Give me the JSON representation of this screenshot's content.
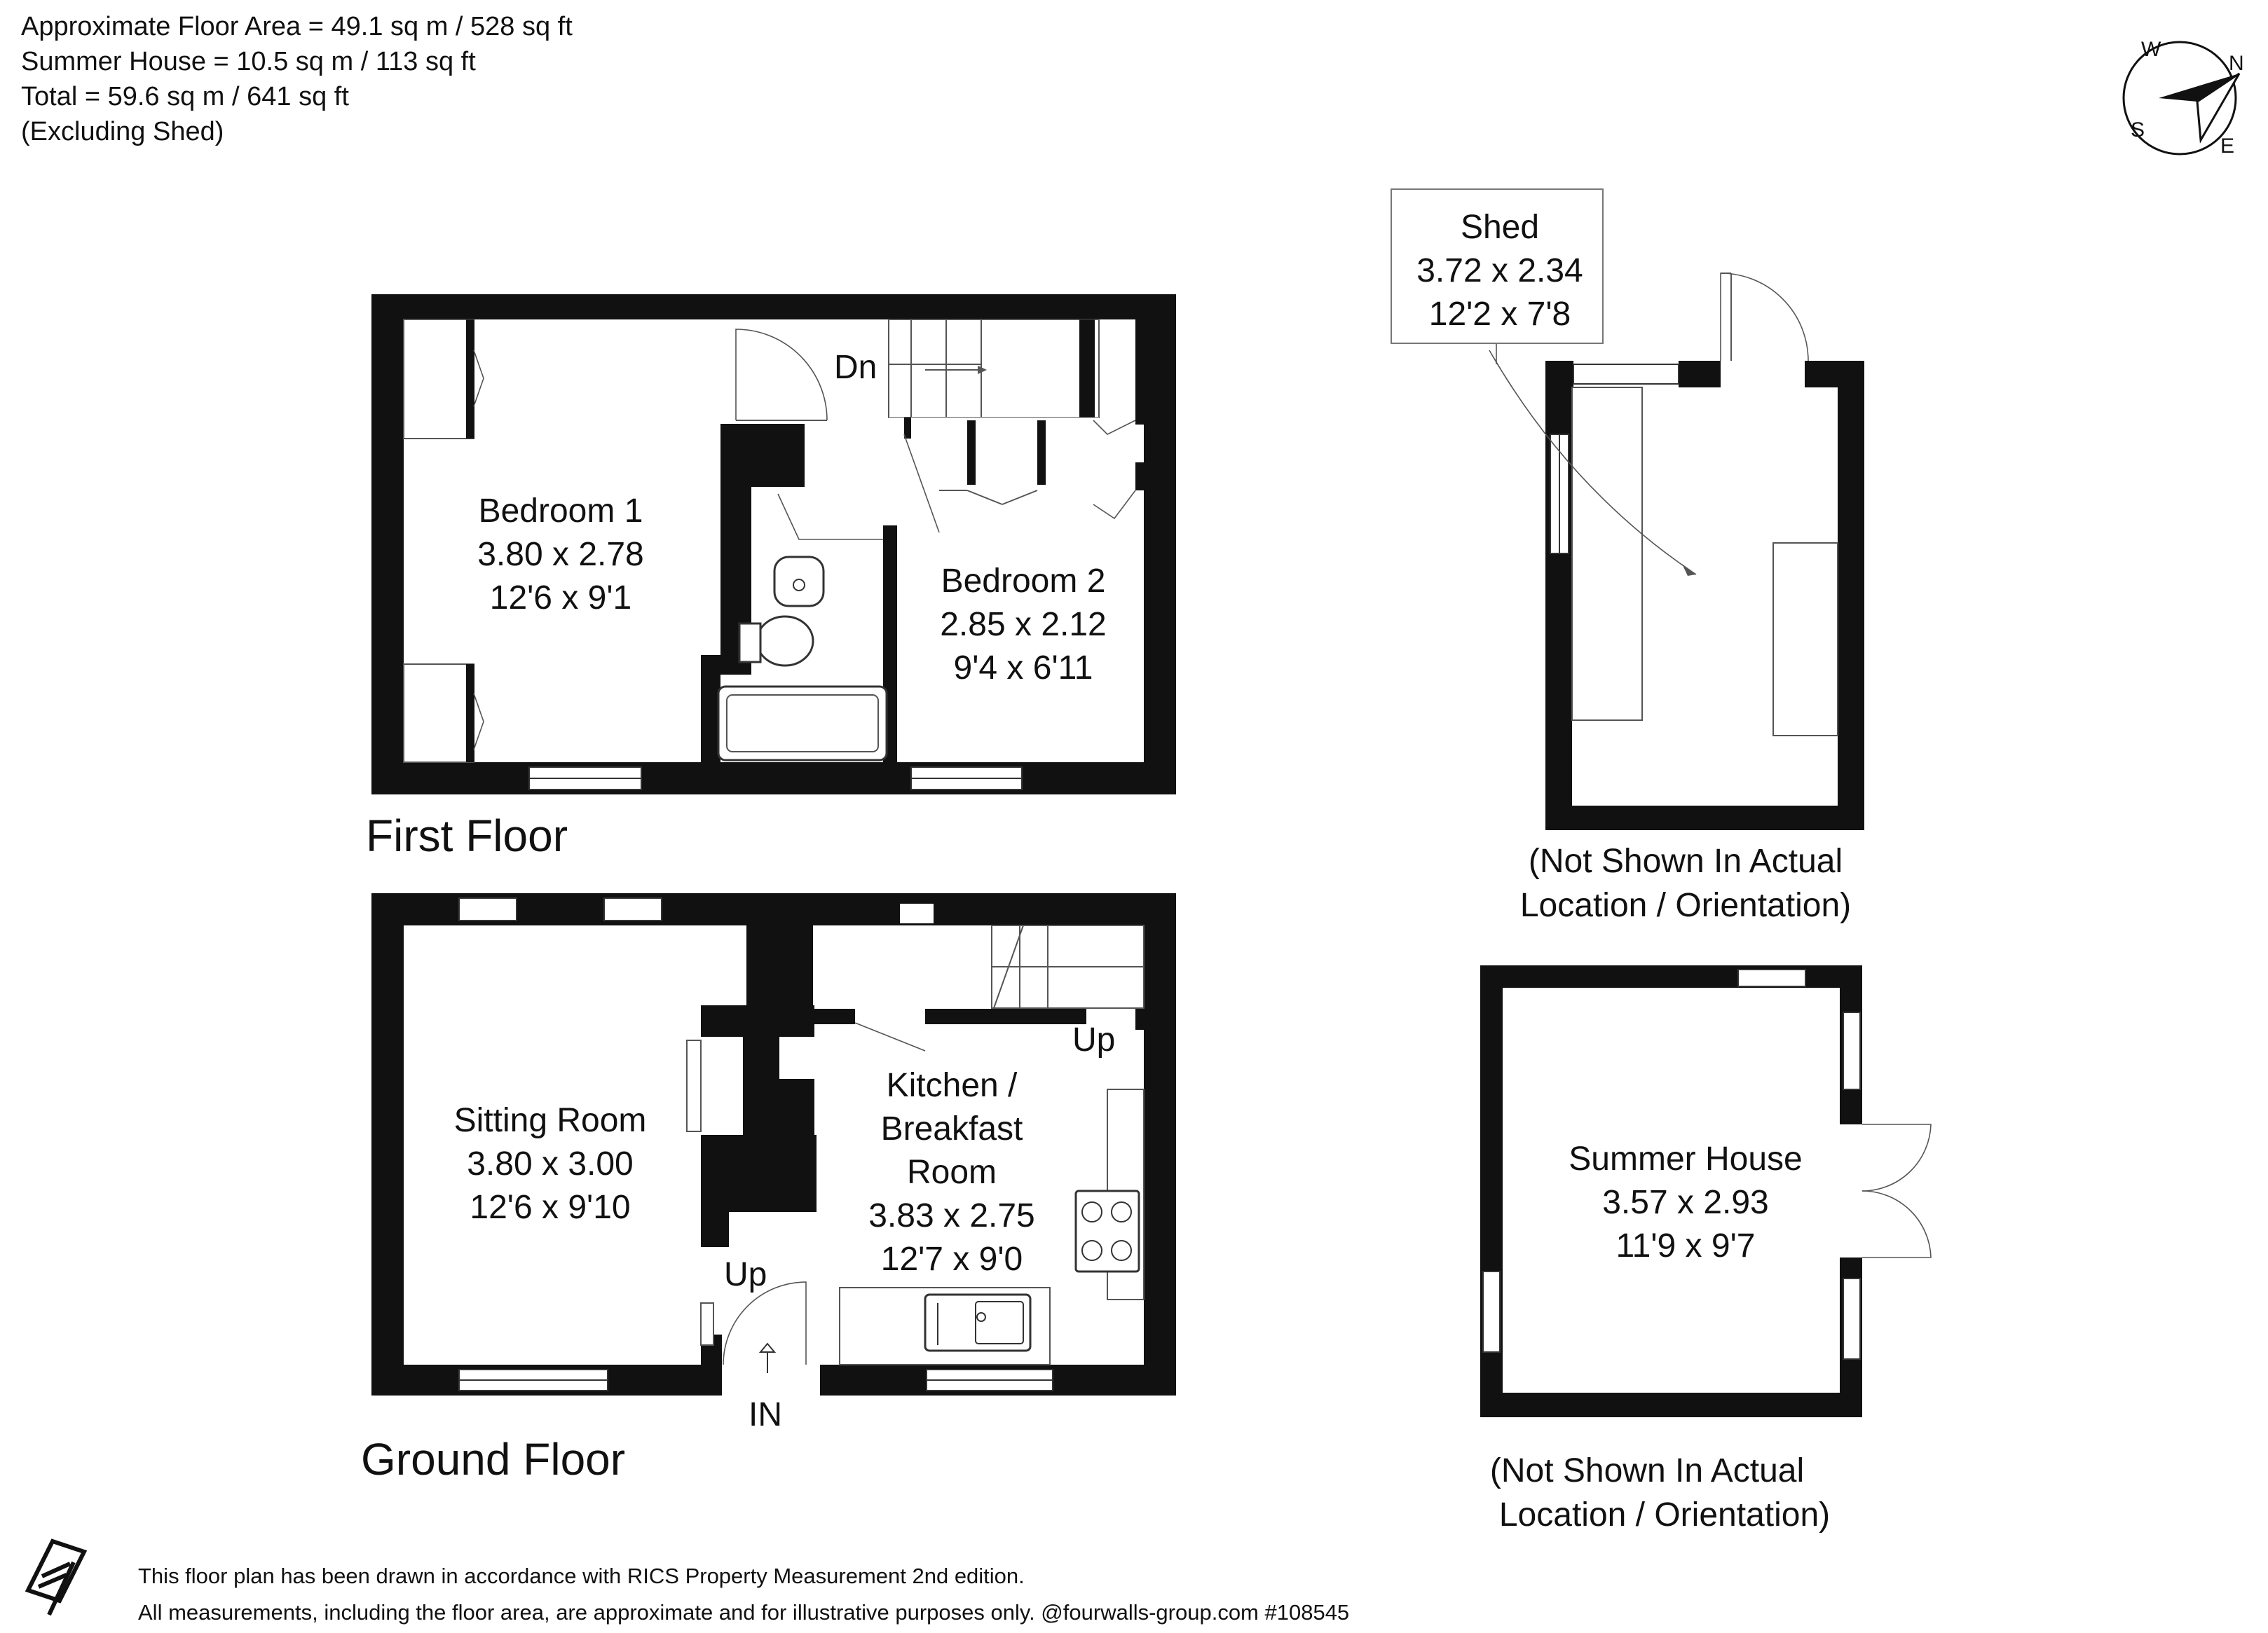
{
  "header": {
    "area_lines": [
      "Approximate Floor Area = 49.1 sq m / 528 sq ft",
      "Summer House = 10.5 sq m / 113 sq ft",
      "Total = 59.6 sq m / 641 sq ft",
      "(Excluding Shed)"
    ]
  },
  "compass": {
    "n": "N",
    "e": "E",
    "s": "S",
    "w": "W"
  },
  "floors": {
    "first": {
      "title": "First Floor",
      "stairs_label": "Dn",
      "rooms": [
        {
          "name": "Bedroom 1",
          "metric": "3.80 x 2.78",
          "imperial": "12'6 x 9'1"
        },
        {
          "name": "Bedroom 2",
          "metric": "2.85 x 2.12",
          "imperial": "9'4 x 6'11"
        }
      ]
    },
    "ground": {
      "title": "Ground Floor",
      "stairs_label_kitchen": "Up",
      "stairs_label_hall": "Up",
      "entrance_label": "IN",
      "rooms": [
        {
          "name": "Sitting Room",
          "metric": "3.80 x 3.00",
          "imperial": "12'6 x 9'10"
        },
        {
          "name_line1": "Kitchen /",
          "name_line2": "Breakfast",
          "name_line3": "Room",
          "metric": "3.83 x 2.75",
          "imperial": "12'7 x 9'0"
        }
      ]
    }
  },
  "shed": {
    "name": "Shed",
    "metric": "3.72 x 2.34",
    "imperial": "12'2 x 7'8",
    "note_line1": "(Not Shown In Actual",
    "note_line2": "Location / Orientation)"
  },
  "summer_house": {
    "name": "Summer House",
    "metric": "3.57 x 2.93",
    "imperial": "11'9 x 9'7",
    "note_line1": "(Not Shown In Actual",
    "note_line2": "Location / Orientation)"
  },
  "footer": {
    "line1": "This floor plan has been drawn in accordance with RICS Property Measurement 2nd edition.",
    "line2": "All measurements, including the floor area, are approximate and for illustrative purposes only. @fourwalls-group.com #108545"
  }
}
